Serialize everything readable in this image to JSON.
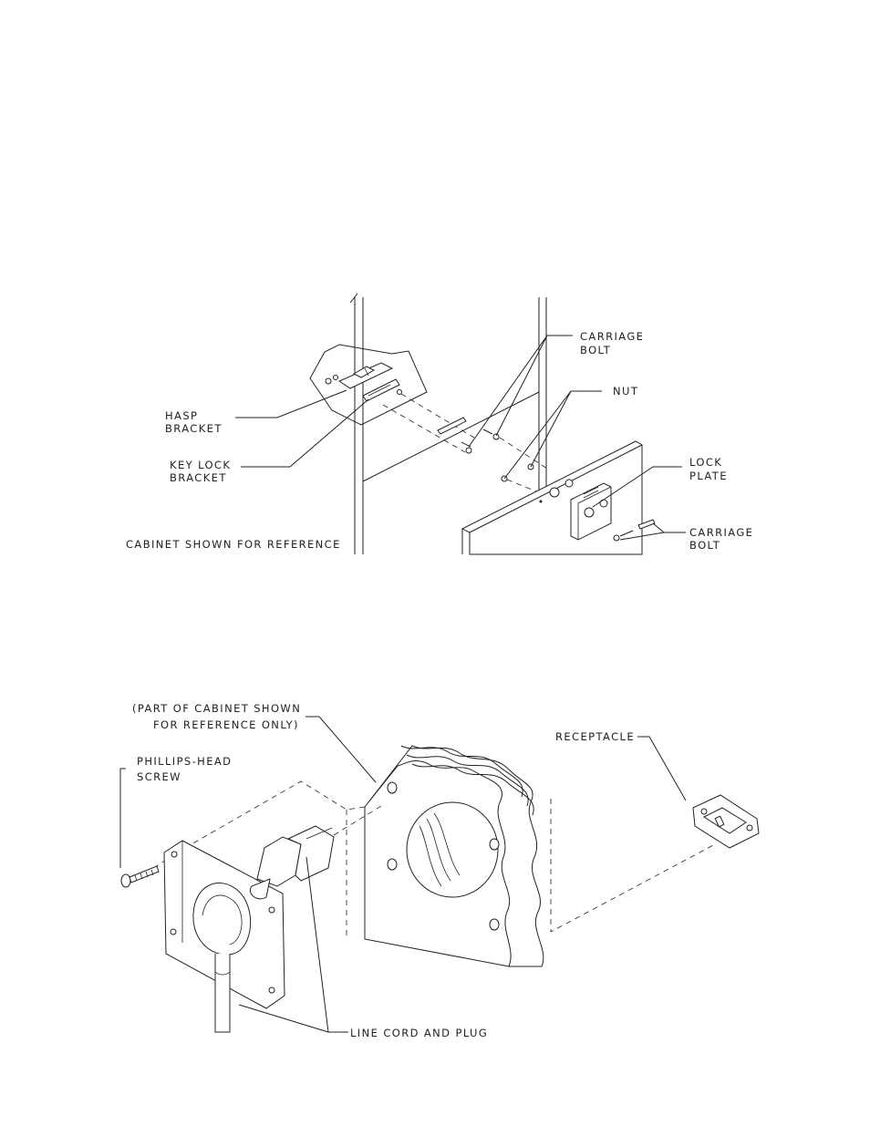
{
  "top_figure": {
    "labels": {
      "carriage_bolt_upper_1": "CARRIAGE",
      "carriage_bolt_upper_2": "BOLT",
      "nut": "NUT",
      "hasp_bracket_1": "HASP",
      "hasp_bracket_2": "BRACKET",
      "key_lock_bracket_1": "KEY LOCK",
      "key_lock_bracket_2": "BRACKET",
      "lock_plate_1": "LOCK",
      "lock_plate_2": "PLATE",
      "carriage_bolt_lower_1": "CARRIAGE",
      "carriage_bolt_lower_2": "BOLT",
      "cabinet_note": "CABINET SHOWN FOR REFERENCE"
    }
  },
  "bottom_figure": {
    "labels": {
      "cabinet_note_1": "(PART OF CABINET SHOWN",
      "cabinet_note_2": "FOR REFERENCE ONLY)",
      "phillips_screw_1": "PHILLIPS-HEAD",
      "phillips_screw_2": "SCREW",
      "receptacle": "RECEPTACLE",
      "line_cord": "LINE CORD AND PLUG"
    }
  }
}
